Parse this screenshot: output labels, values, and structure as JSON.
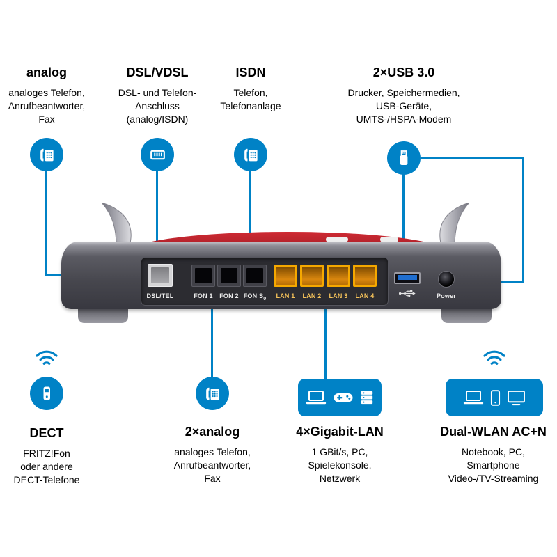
{
  "colors": {
    "blue": "#0082c6",
    "lan_yellow": "#f5a800",
    "red": "#cf2a33"
  },
  "top_sections": [
    {
      "title": "analog",
      "icon": "desk-phone-icon",
      "lines": [
        "analoges Telefon,",
        "Anrufbeantworter,",
        "Fax"
      ]
    },
    {
      "title": "DSL/VDSL",
      "icon": "dsl-connector-icon",
      "lines": [
        "DSL- und Telefon-",
        "Anschluss",
        "(analog/ISDN)"
      ]
    },
    {
      "title": "ISDN",
      "icon": "desk-phone-icon",
      "lines": [
        "Telefon,",
        "Telefonanlage"
      ]
    },
    {
      "title": "2×USB 3.0",
      "icon": "usb-stick-icon",
      "lines": [
        "Drucker, Speichermedien,",
        "USB-Geräte,",
        "UMTS-/HSPA-Modem"
      ]
    }
  ],
  "bottom_sections": [
    {
      "title": "DECT",
      "icon": "cordless-phone-icon",
      "wireless": true,
      "lines": [
        "FRITZ!Fon",
        "oder andere",
        "DECT-Telefone"
      ]
    },
    {
      "title": "2×analog",
      "icon": "desk-phone-icon",
      "wireless": false,
      "lines": [
        "analoges Telefon,",
        "Anrufbeantworter,",
        "Fax"
      ]
    },
    {
      "title": "4×Gigabit-LAN",
      "icon": "laptop-gamepad-server-icons",
      "wireless": false,
      "lines": [
        "1 GBit/s, PC,",
        "Spielekonsole,",
        "Netzwerk"
      ]
    },
    {
      "title": "Dual-WLAN AC+N",
      "icon": "laptop-smartphone-tv-icons",
      "wireless": true,
      "lines": [
        "Notebook, PC,",
        "Smartphone",
        "Video-/TV-Streaming"
      ]
    }
  ],
  "router_ports": {
    "dsl": "DSL/TEL",
    "fon1": "FON 1",
    "fon2": "FON 2",
    "fon_s": "FON S",
    "fon_s_sub": "0",
    "lan": [
      "LAN 1",
      "LAN 2",
      "LAN 3",
      "LAN 4"
    ],
    "power": "Power"
  }
}
